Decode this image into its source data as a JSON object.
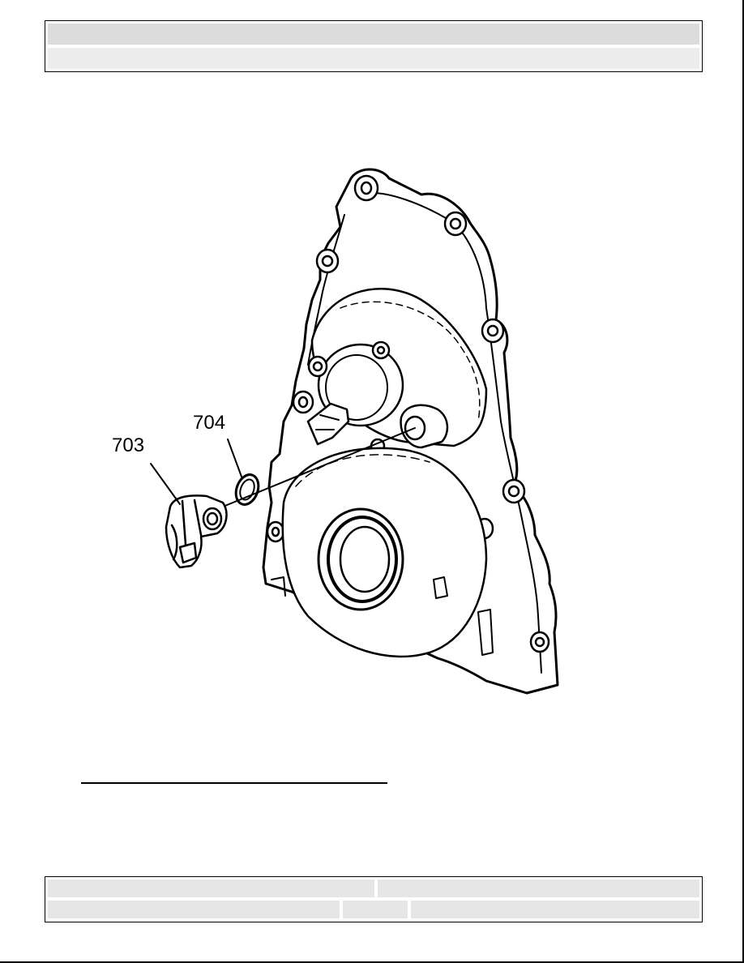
{
  "header": {
    "row1_text": "",
    "row2_text": ""
  },
  "figure": {
    "callouts": [
      {
        "id": "703",
        "label": "703"
      },
      {
        "id": "704",
        "label": "704"
      }
    ]
  },
  "footer": {
    "cell_a": "",
    "cell_b": "",
    "cell_c": "",
    "cell_d": "",
    "cell_e": ""
  }
}
